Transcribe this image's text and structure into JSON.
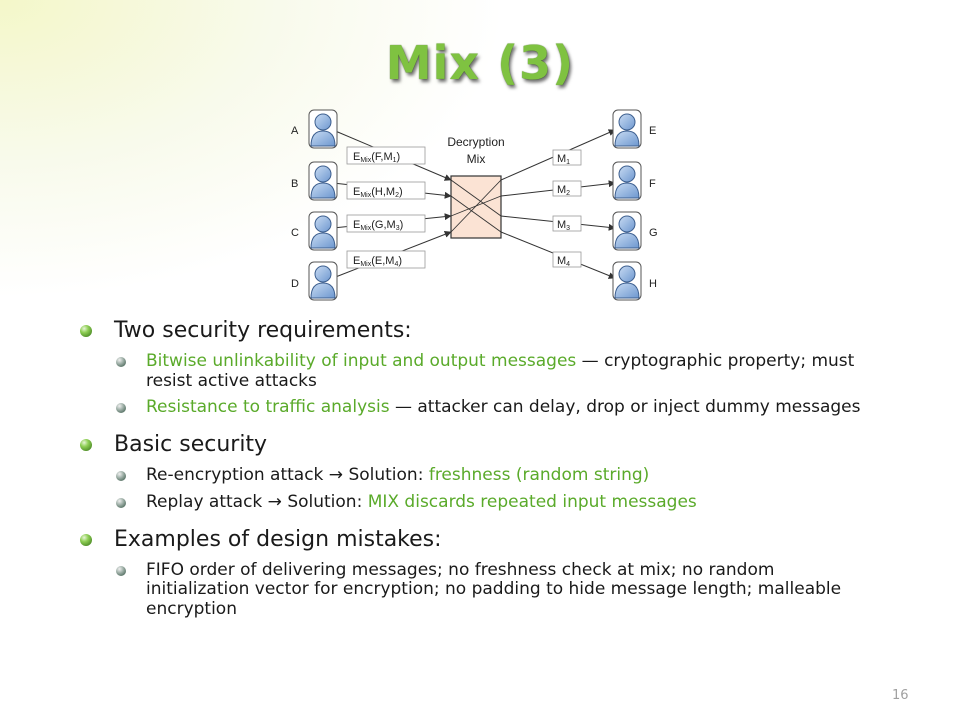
{
  "slide": {
    "title": "Mix (3)",
    "page_number": "16"
  },
  "diagram": {
    "mix_label_1": "Decryption",
    "mix_label_2": "Mix",
    "senders": [
      "A",
      "B",
      "C",
      "D"
    ],
    "receivers": [
      "E",
      "F",
      "G",
      "H"
    ],
    "input_messages": [
      {
        "prefix": "E",
        "sub": "Mix",
        "args": "(F,M",
        "idx": "1",
        "close": ")"
      },
      {
        "prefix": "E",
        "sub": "Mix",
        "args": "(H,M",
        "idx": "2",
        "close": ")"
      },
      {
        "prefix": "E",
        "sub": "Mix",
        "args": "(G,M",
        "idx": "3",
        "close": ")"
      },
      {
        "prefix": "E",
        "sub": "Mix",
        "args": "(E,M",
        "idx": "4",
        "close": ")"
      }
    ],
    "output_messages": [
      {
        "prefix": "M",
        "idx": "1"
      },
      {
        "prefix": "M",
        "idx": "2"
      },
      {
        "prefix": "M",
        "idx": "3"
      },
      {
        "prefix": "M",
        "idx": "4"
      }
    ]
  },
  "bullets": {
    "req_title": "Two security requirements:",
    "req_1_green": "Bitwise unlinkability of input and output messages",
    "req_1_rest": " — cryptographic property; must resist active attacks",
    "req_2_green": "Resistance to traffic analysis",
    "req_2_rest": " — attacker can delay, drop or inject dummy messages",
    "basic_title": "Basic security",
    "basic_1_text": "Re-encryption attack → Solution: ",
    "basic_1_green": "freshness (random string)",
    "basic_2_text": "Replay attack → Solution: ",
    "basic_2_green": "MIX discards repeated input messages",
    "mistakes_title": "Examples of design mistakes:",
    "mistakes_1": "FIFO order of delivering messages; no freshness check at mix; no random initialization vector for encryption; no padding to hide message length; malleable encryption"
  },
  "colors": {
    "title_green": "#7fc241",
    "text_green": "#5aaa2a",
    "user_blue": "#8eb4e3"
  }
}
